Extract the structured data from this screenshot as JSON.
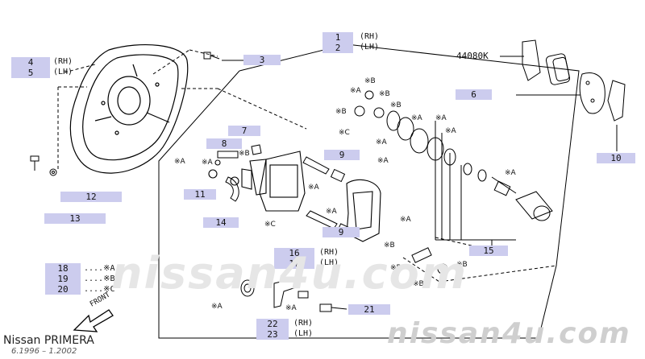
{
  "labels": {
    "l1": "1",
    "l2": "2",
    "l3": "3",
    "l4": "4",
    "l5": "5",
    "l6": "6",
    "l7": "7",
    "l8": "8",
    "l9a": "9",
    "l9b": "9",
    "l10": "10",
    "l11": "11",
    "l12": "12",
    "l13": "13",
    "l14": "14",
    "l15": "15",
    "l16": "16",
    "l17": "17",
    "l18": "18",
    "l19": "19",
    "l20": "20",
    "l21": "21",
    "l22": "22",
    "l23": "23"
  },
  "sides": {
    "rh": "(RH)",
    "lh": "(LH)"
  },
  "part_code": "44080K",
  "legend": {
    "l18": "....※A",
    "l19": "....※B",
    "l20": "....※C"
  },
  "markers": {
    "a": "※A",
    "b": "※B",
    "c": "※C"
  },
  "front_label": "FRONT",
  "brand": {
    "name": "Nissan PRIMERA",
    "dates": "6.1996 – 1.2002"
  },
  "watermarks": {
    "center": "nissan4u.com",
    "corner": "nissan4u.com"
  },
  "colors": {
    "label_bg": "#ccccee",
    "line": "#000000",
    "watermark": "#cfcfcf"
  }
}
